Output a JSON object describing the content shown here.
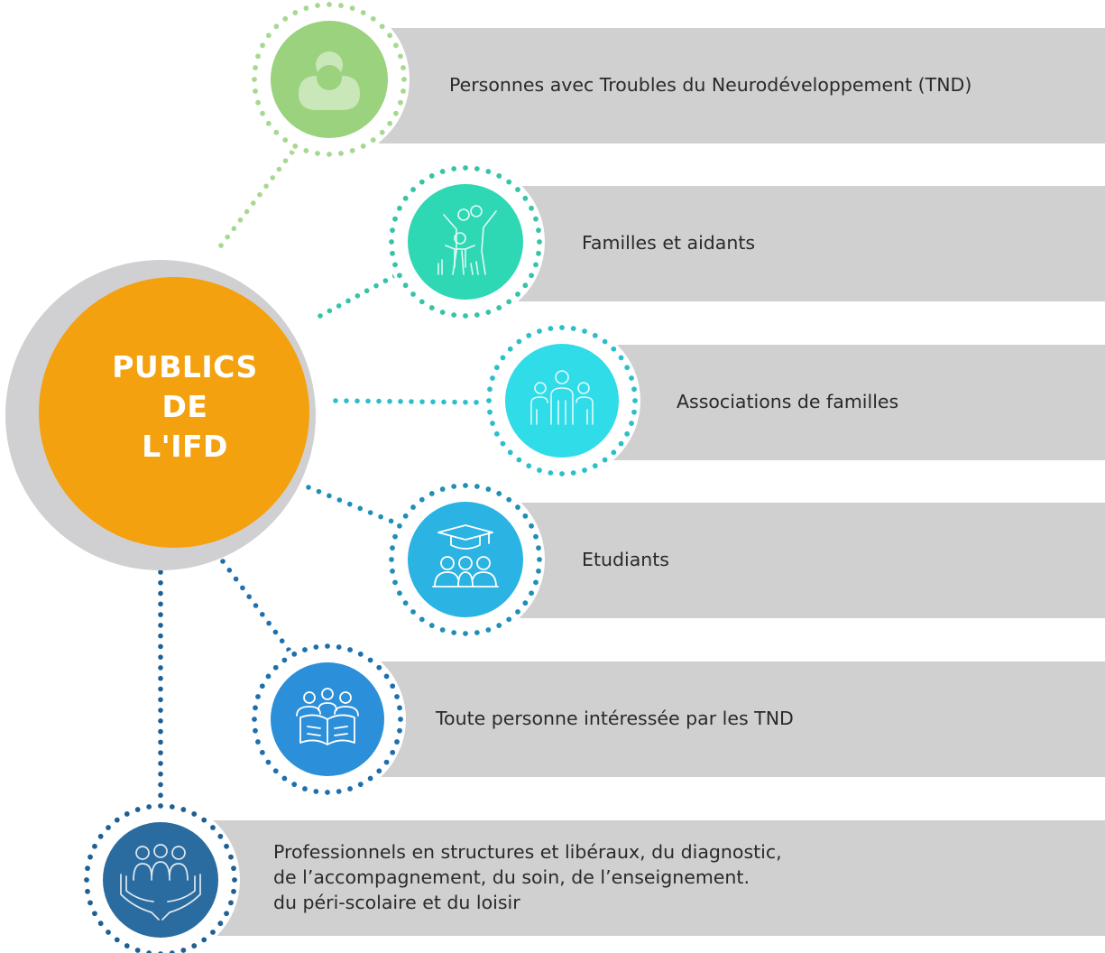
{
  "center": {
    "title_lines": [
      "PUBLICS",
      "DE",
      "L'IFD"
    ],
    "color": "#f4a10f",
    "ring_color": "#d0d0d2"
  },
  "bar_color": "#d0d0d0",
  "items": [
    {
      "label": "Personnes avec Troubles du Neurodéveloppement (TND)",
      "icon": "person-icon",
      "color": "#9bd27e",
      "dot_color": "#a7d892"
    },
    {
      "label": "Familles et aidants",
      "icon": "family-icon",
      "color": "#2fd8b4",
      "dot_color": "#36c3a6"
    },
    {
      "label": "Associations de familles",
      "icon": "group-icon",
      "color": "#30dce8",
      "dot_color": "#2bbfcb"
    },
    {
      "label": "Etudiants",
      "icon": "students-icon",
      "color": "#2bb3e3",
      "dot_color": "#1f8fb6"
    },
    {
      "label": "Toute personne intéressée par les TND",
      "icon": "readers-icon",
      "color": "#2c8fd9",
      "dot_color": "#1e6fae"
    },
    {
      "label_lines": [
        "Professionnels en structures et libéraux, du diagnostic,",
        "de l’accompagnement, du soin, de l’enseignement.",
        "du péri-scolaire et du loisir"
      ],
      "icon": "care-hands-icon",
      "color": "#2a6ca0",
      "dot_color": "#1e5f94"
    }
  ]
}
